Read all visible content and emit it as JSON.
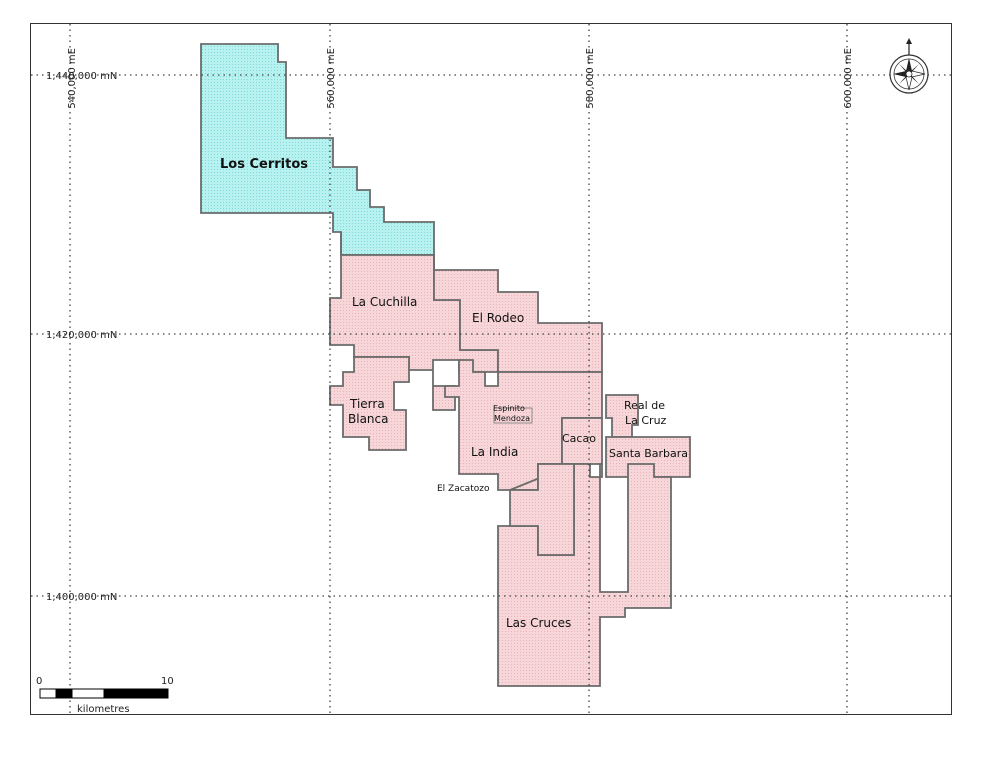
{
  "map": {
    "grid_labels": {
      "northing": [
        "1,440,000 mN",
        "1,420,000 mN",
        "1,400,000 mN"
      ],
      "easting": [
        "540,000 mE",
        "560,000 mE",
        "580,000 mE",
        "600,000 mE"
      ]
    },
    "concessions": [
      {
        "name": "Los Cerritos",
        "color": "#b6f0ee"
      },
      {
        "name": "La Cuchilla",
        "color": "#f5d4d6"
      },
      {
        "name": "El Rodeo",
        "color": "#f5d4d6"
      },
      {
        "name": "Tierra Blanca",
        "color": "#f5d4d6"
      },
      {
        "name": "Espinito Mendoza",
        "color": "#f5d4d6"
      },
      {
        "name": "La India",
        "color": "#f5d4d6"
      },
      {
        "name": "Cacao",
        "color": "#f5d4d6"
      },
      {
        "name": "Real de La Cruz",
        "color": "#f5d4d6"
      },
      {
        "name": "Santa Barbara",
        "color": "#f5d4d6"
      },
      {
        "name": "El Zacatozo",
        "color": "#f5d4d6"
      },
      {
        "name": "Las Cruces",
        "color": "#f5d4d6"
      }
    ],
    "label_lines": {
      "los_cerritos": "Los Cerritos",
      "la_cuchilla": "La Cuchilla",
      "el_rodeo": "El Rodeo",
      "tierra_blanca_1": "Tierra",
      "tierra_blanca_2": "Blanca",
      "espinito_1": "Espinito",
      "espinito_2": "Mendoza",
      "real_de_la_cruz_1": "Real de",
      "real_de_la_cruz_2": "La Cruz",
      "la_india": "La India",
      "cacao": "Cacao",
      "santa_barbara": "Santa Barbara",
      "el_zacatozo": "El Zacatozo",
      "las_cruces": "Las Cruces"
    },
    "scale_bar": {
      "start": "0",
      "end": "10",
      "unit": "kilometres"
    },
    "north_arrow": "compass-rose-icon"
  }
}
